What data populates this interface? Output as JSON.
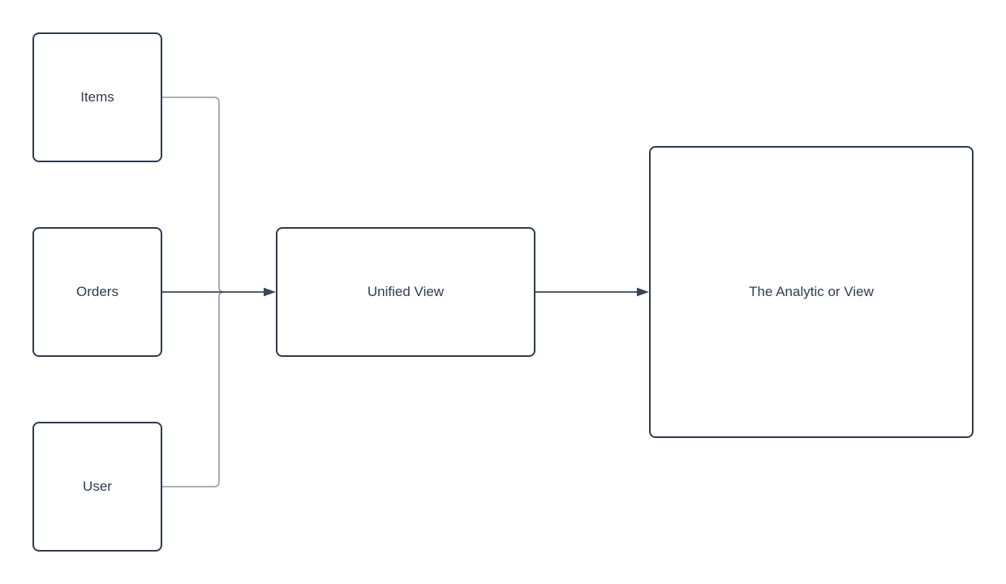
{
  "diagram": {
    "type": "flowchart",
    "nodes": {
      "items": {
        "label": "Items"
      },
      "orders": {
        "label": "Orders"
      },
      "user": {
        "label": "User"
      },
      "unified": {
        "label": "Unified View"
      },
      "analytic": {
        "label": "The Analytic or View"
      }
    },
    "edges": [
      {
        "from": "items",
        "to": "unified",
        "style": "elbow-merge",
        "arrow": false
      },
      {
        "from": "orders",
        "to": "unified",
        "style": "straight",
        "arrow": true
      },
      {
        "from": "user",
        "to": "unified",
        "style": "elbow-merge",
        "arrow": false
      },
      {
        "from": "unified",
        "to": "analytic",
        "style": "straight",
        "arrow": true
      }
    ],
    "colors": {
      "node_border": "#2f3b4c",
      "node_fill": "#ffffff",
      "text": "#2f3b4c",
      "connector_gray": "#8d939e",
      "connector_dark": "#3a4554",
      "background": "#ffffff"
    }
  }
}
